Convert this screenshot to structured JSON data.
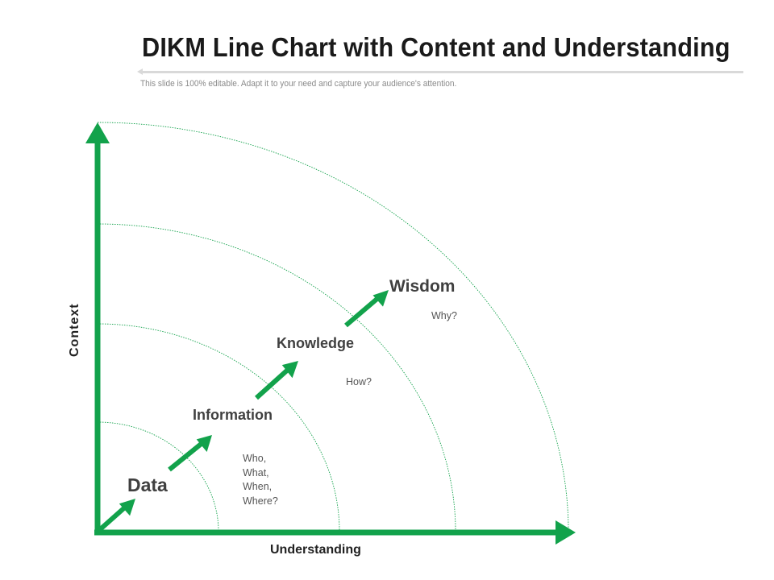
{
  "header": {
    "title": "DIKM Line Chart with Content and Understanding",
    "subtitle": "This slide is 100% editable. Adapt it to your need and capture your audience's attention."
  },
  "diagram": {
    "axes": {
      "x_label": "Understanding",
      "y_label": "Context"
    },
    "stages": [
      {
        "label": "Data"
      },
      {
        "label": "Information"
      },
      {
        "label": "Knowledge"
      },
      {
        "label": "Wisdom"
      }
    ],
    "questions": {
      "who": "Who,",
      "what": "What,",
      "when": "When,",
      "where": "Where?",
      "how": "How?",
      "why": "Why?"
    },
    "colors": {
      "accent": "#12A24B",
      "arc": "#12A24B",
      "title": "#1a1a1a",
      "stage_text": "#404040",
      "question_text": "#555555"
    }
  }
}
